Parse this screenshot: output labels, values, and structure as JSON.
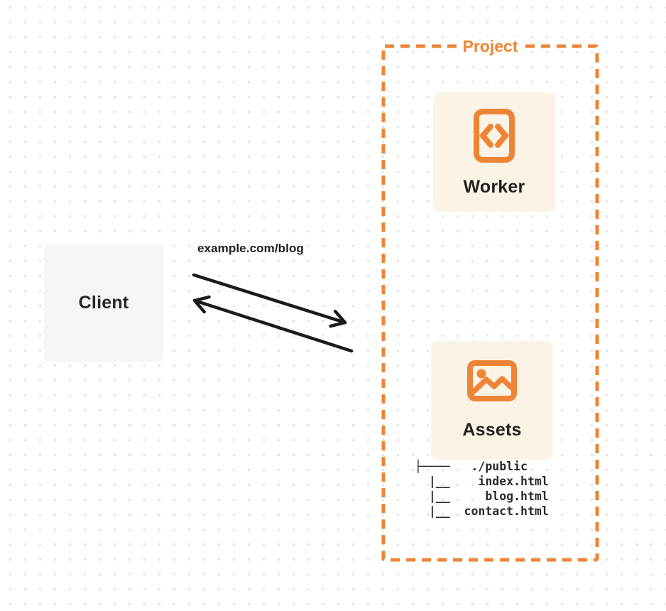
{
  "diagram": {
    "client": {
      "label": "Client"
    },
    "request_label": "example.com/blog",
    "project": {
      "title": "Project",
      "nodes": [
        {
          "id": "worker",
          "label": "Worker",
          "icon": "code-file-icon"
        },
        {
          "id": "assets",
          "label": "Assets",
          "icon": "image-icon"
        }
      ],
      "file_tree": {
        "lines": [
          "├────   ./public",
          "  |__    index.html",
          "  |__     blog.html",
          "  |__  contact.html"
        ]
      }
    },
    "colors": {
      "accent_orange": "#ee8435",
      "card_background": "#fcf3e7",
      "client_background": "#f5f5f6",
      "text_dark": "#26211e",
      "arrow_black": "#1b1b1b",
      "grid_dot": "#e3e3e6"
    }
  }
}
